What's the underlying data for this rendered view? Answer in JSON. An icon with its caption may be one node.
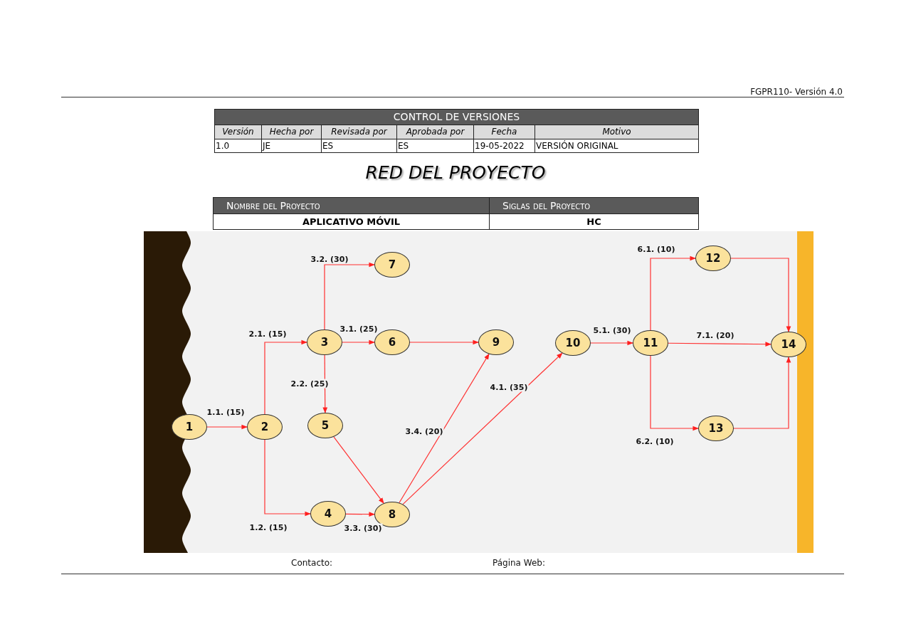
{
  "diagram": {
    "title": "RED DEL PROYECTO",
    "nodes": [
      {
        "text": [
          "1"
        ]
      },
      {
        "text": [
          "2"
        ]
      },
      {
        "text": [
          "3"
        ]
      },
      {
        "text": [
          "4"
        ]
      },
      {
        "text": [
          "5"
        ]
      },
      {
        "text": [
          "6"
        ]
      },
      {
        "text": [
          "7"
        ]
      },
      {
        "text": [
          "8"
        ]
      },
      {
        "text": [
          "9"
        ]
      },
      {
        "text": [
          "10"
        ]
      },
      {
        "text": [
          "11"
        ]
      },
      {
        "text": [
          "12"
        ]
      },
      {
        "text": [
          "13"
        ]
      },
      {
        "text": [
          "14"
        ]
      }
    ],
    "edges": [
      {
        "from": 0,
        "to": 1,
        "arrow": "to",
        "label": "1.1. (15)"
      },
      {
        "from": 1,
        "to": 2,
        "arrow": "to",
        "label": "2.1. (15)"
      },
      {
        "from": 1,
        "to": 3,
        "arrow": "to",
        "label": "1.2. (15)"
      },
      {
        "from": 2,
        "to": 6,
        "arrow": "to",
        "label": "3.2. (30)"
      },
      {
        "from": 2,
        "to": 5,
        "arrow": "to",
        "label": "3.1. (25)"
      },
      {
        "from": 2,
        "to": 4,
        "arrow": "to",
        "label": "2.2. (25)"
      },
      {
        "from": 5,
        "to": 8,
        "arrow": "to"
      },
      {
        "from": 4,
        "to": 7,
        "arrow": "to"
      },
      {
        "from": 3,
        "to": 7,
        "arrow": "to",
        "label": "3.3. (30)"
      },
      {
        "from": 7,
        "to": 8,
        "arrow": "to",
        "label": "3.4. (20)"
      },
      {
        "from": 7,
        "to": 9,
        "arrow": "to",
        "label": "4.1. (35)"
      },
      {
        "from": 9,
        "to": 10,
        "arrow": "to",
        "label": "5.1. (30)"
      },
      {
        "from": 10,
        "to": 11,
        "arrow": "to",
        "label": "6.1. (10)"
      },
      {
        "from": 10,
        "to": 13,
        "arrow": "to",
        "label": "7.1. (20)"
      },
      {
        "from": 10,
        "to": 12,
        "arrow": "to",
        "label": "6.2. (10)"
      },
      {
        "from": 11,
        "to": 13,
        "arrow": "to"
      },
      {
        "from": 12,
        "to": 13,
        "arrow": "to"
      }
    ],
    "labels": [
      "FGPR110- Versión 4.0",
      "CONTROL DE VERSIONES",
      "Versión",
      "Hecha por",
      "Revisada por",
      "Aprobada por",
      "Fecha",
      "Motivo",
      "1.0",
      "JE",
      "ES",
      "ES",
      "19-05-2022",
      "VERSIÓN ORIGINAL",
      "Nombre del Proyecto",
      "Siglas del Proyecto",
      "APLICATIVO MÓVIL",
      "HC",
      "Contacto:",
      "Página Web:"
    ]
  }
}
